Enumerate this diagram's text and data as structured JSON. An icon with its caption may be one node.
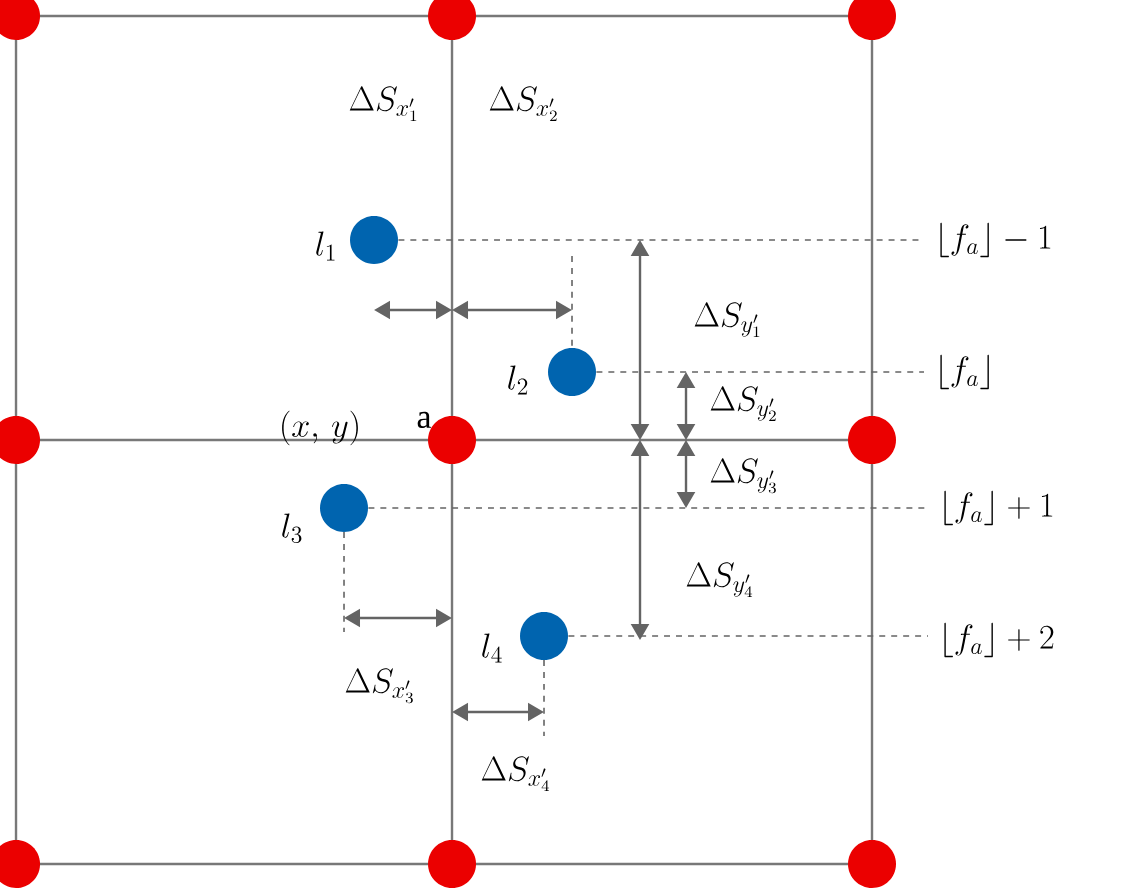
{
  "diagram": {
    "nodes": [
      {
        "text": [],
        "shape": "circle",
        "beside": [
          "l_1"
        ]
      },
      {
        "text": [],
        "shape": "circle",
        "beside": [
          "l_2"
        ]
      },
      {
        "text": [],
        "shape": "circle",
        "beside": [
          "l_3"
        ]
      },
      {
        "text": [],
        "shape": "circle",
        "beside": [
          "l_4"
        ]
      },
      {
        "text": [
          "\\lfloor f_a \\rfloor - 1"
        ]
      },
      {
        "text": [
          "\\lfloor f_a \\rfloor"
        ]
      },
      {
        "text": [
          "\\lfloor f_a \\rfloor + 1"
        ]
      },
      {
        "text": [
          "\\lfloor f_a \\rfloor + 2"
        ]
      }
    ],
    "edges": [
      {
        "from": 0,
        "to": 4,
        "arrow": "none",
        "style": "dashed"
      },
      {
        "from": 1,
        "to": 5,
        "arrow": "none",
        "style": "dashed"
      },
      {
        "from": 2,
        "to": 6,
        "arrow": "none",
        "style": "dashed"
      },
      {
        "from": 3,
        "to": 7,
        "arrow": "none",
        "style": "dashed"
      }
    ],
    "labels": [
      "\\Delta S_{x'_1}",
      "\\Delta S_{x'_2}",
      "\\Delta S_{y'_1}",
      "(x,\\, y)",
      "\\mathrm{a}",
      "\\Delta S_{y'_2}",
      "\\Delta S_{y'_3}",
      "\\Delta S_{y'_4}",
      "\\Delta S_{x'_3}",
      "\\Delta S_{x'_4}"
    ]
  }
}
